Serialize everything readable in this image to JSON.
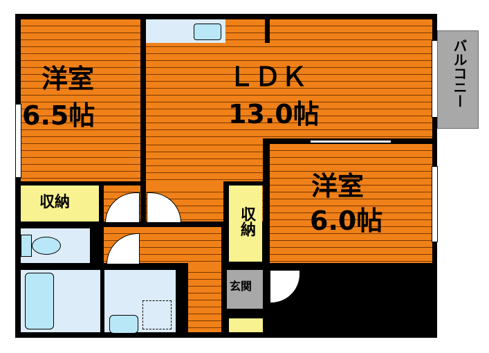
{
  "rooms": {
    "western_room_1": {
      "name": "洋室",
      "size": "6.5帖"
    },
    "ldk": {
      "name": "ＬＤＫ",
      "size": "13.0帖"
    },
    "western_room_2": {
      "name": "洋室",
      "size": "6.0帖"
    },
    "storage_1": "収納",
    "storage_2": "収納",
    "entrance": "玄関",
    "balcony": "バルコニー"
  },
  "colors": {
    "floor": "#F08018",
    "storage": "#f8f290",
    "wet": "#dcecf8",
    "balcony": "#a8a8a8"
  }
}
